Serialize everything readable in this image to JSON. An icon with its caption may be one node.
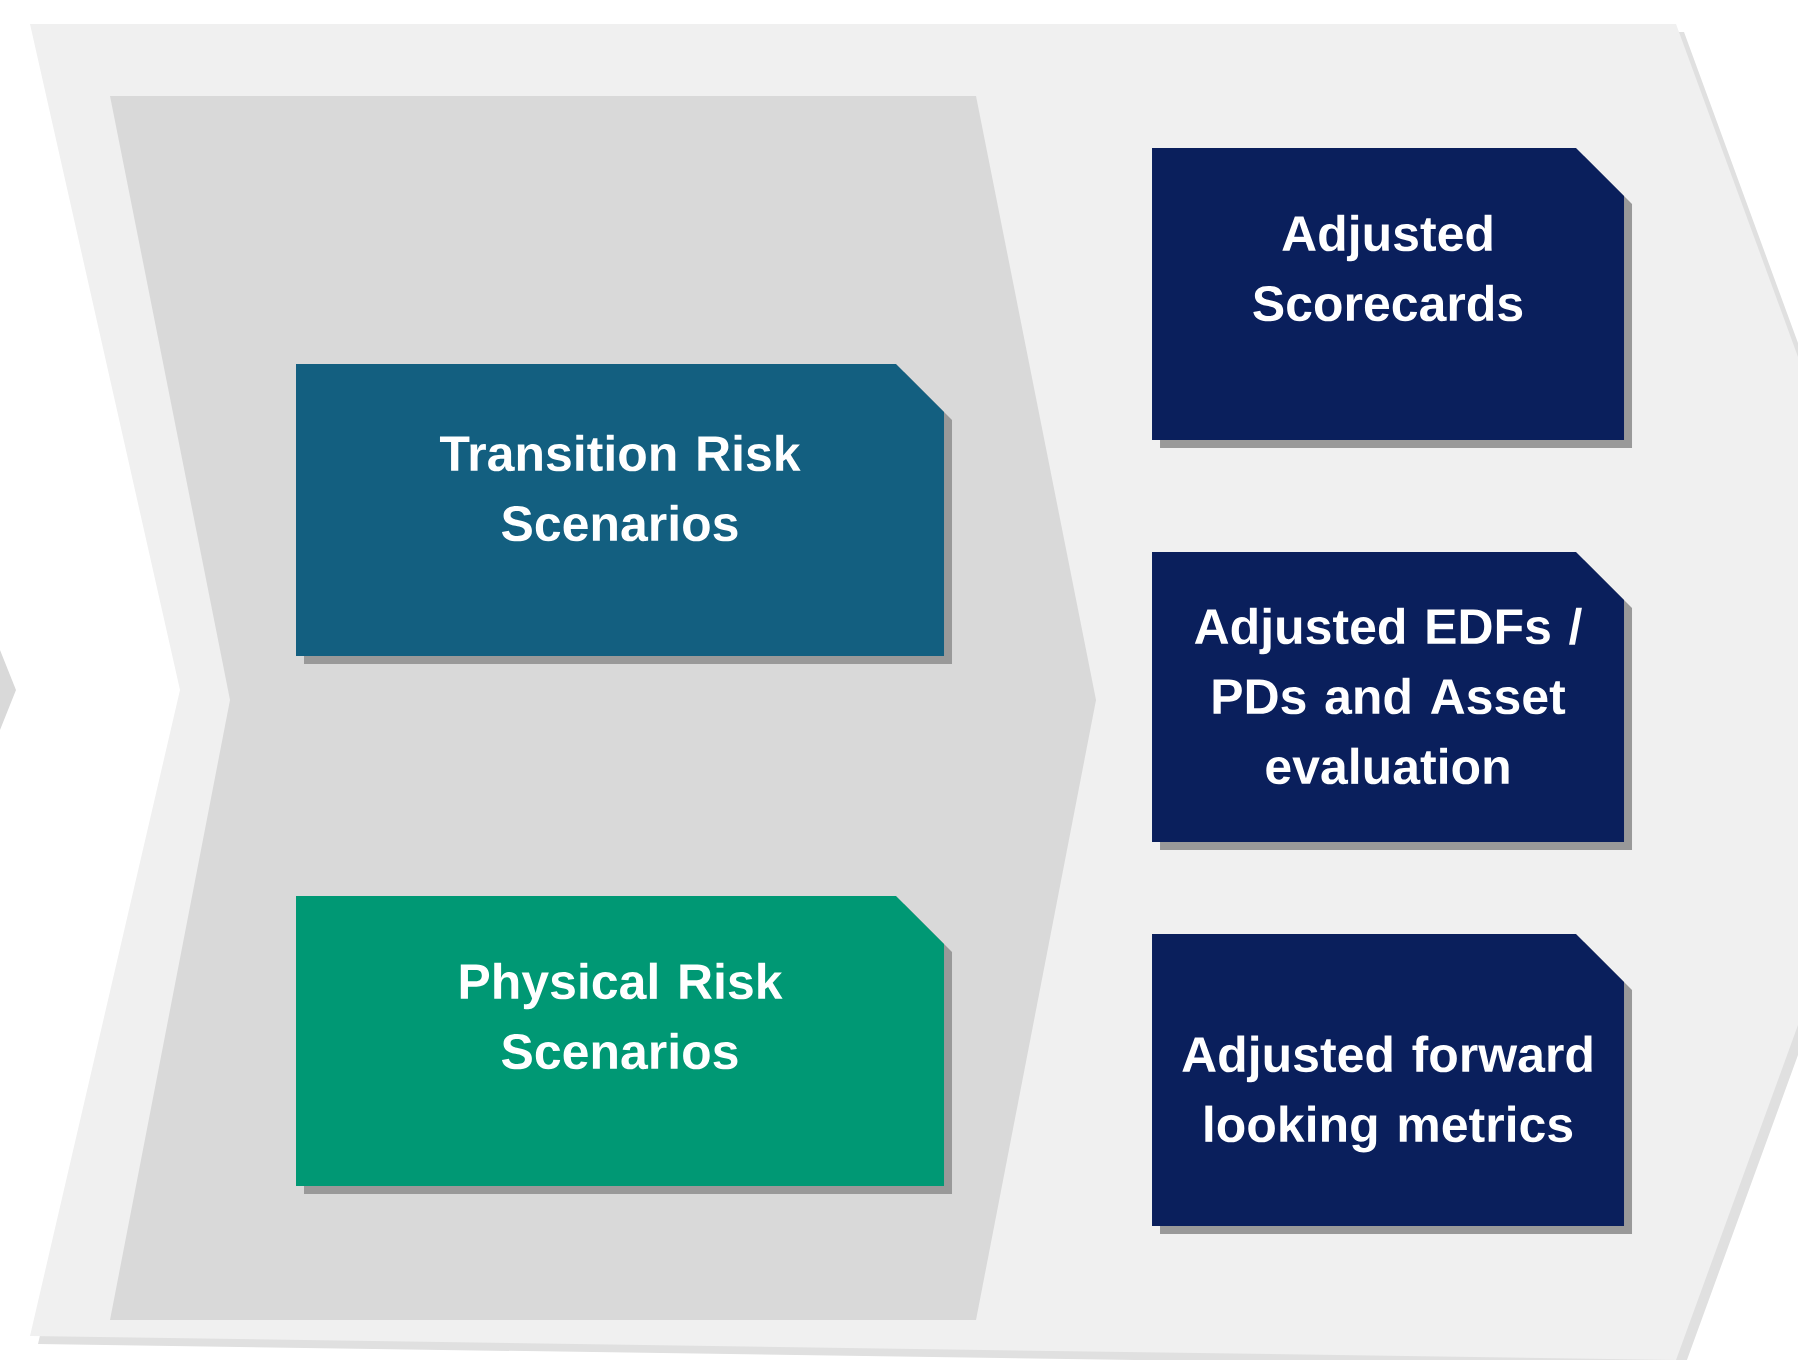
{
  "diagram": {
    "nodes": [
      {
        "text": [
          "Transition Risk Scenarios"
        ]
      },
      {
        "text": [
          "Physical Risk Scenarios"
        ]
      },
      {
        "text": [
          "Adjusted Scorecards"
        ]
      },
      {
        "text": [
          "Adjusted EDFs / PDs and Asset evaluation"
        ]
      },
      {
        "text": [
          "Adjusted forward looking metrics"
        ]
      }
    ]
  }
}
